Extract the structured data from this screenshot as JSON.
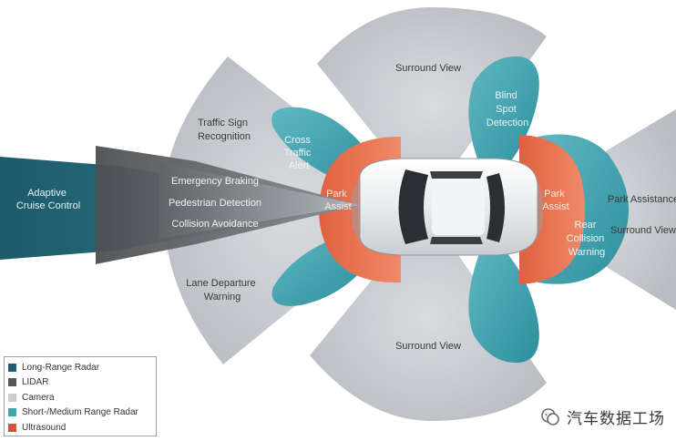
{
  "zones": {
    "acc": [
      "Adaptive",
      "Cruise Control"
    ],
    "emergency_braking": "Emergency Braking",
    "pedestrian_detection": "Pedestrian Detection",
    "collision_avoidance": "Collision Avoidance",
    "traffic_sign": [
      "Traffic Sign",
      "Recognition"
    ],
    "cross_traffic": [
      "Cross",
      "Traffic",
      "Alert"
    ],
    "lane_departure": [
      "Lane Departure",
      "Warning"
    ],
    "surround_top": "Surround View",
    "surround_bottom": "Surround View",
    "blind_spot": [
      "Blind",
      "Spot",
      "Detection"
    ],
    "park_assist_front": [
      "Park",
      "Assist"
    ],
    "park_assist_rear": [
      "Park",
      "Assist"
    ],
    "rear_collision": [
      "Rear",
      "Collision",
      "Warning"
    ],
    "park_assistance_right": "Park Assistance",
    "surround_right": "Surround View"
  },
  "legend": [
    {
      "label": "Long-Range Radar",
      "color": "#1f5f73"
    },
    {
      "label": "LIDAR",
      "color": "#55595c"
    },
    {
      "label": "Camera",
      "color": "#c9ccd0"
    },
    {
      "label": "Short-/Medium Range Radar",
      "color": "#3fa3b0"
    },
    {
      "label": "Ultrasound",
      "color": "#d94f3a"
    }
  ],
  "watermark": "汽车数据工场",
  "colors": {
    "long_range_radar": "#1f5f73",
    "lidar": "#55595c",
    "camera": "#c9ccd0",
    "short_medium_radar": "#3fa3b0",
    "ultrasound": "#d94f3a"
  }
}
